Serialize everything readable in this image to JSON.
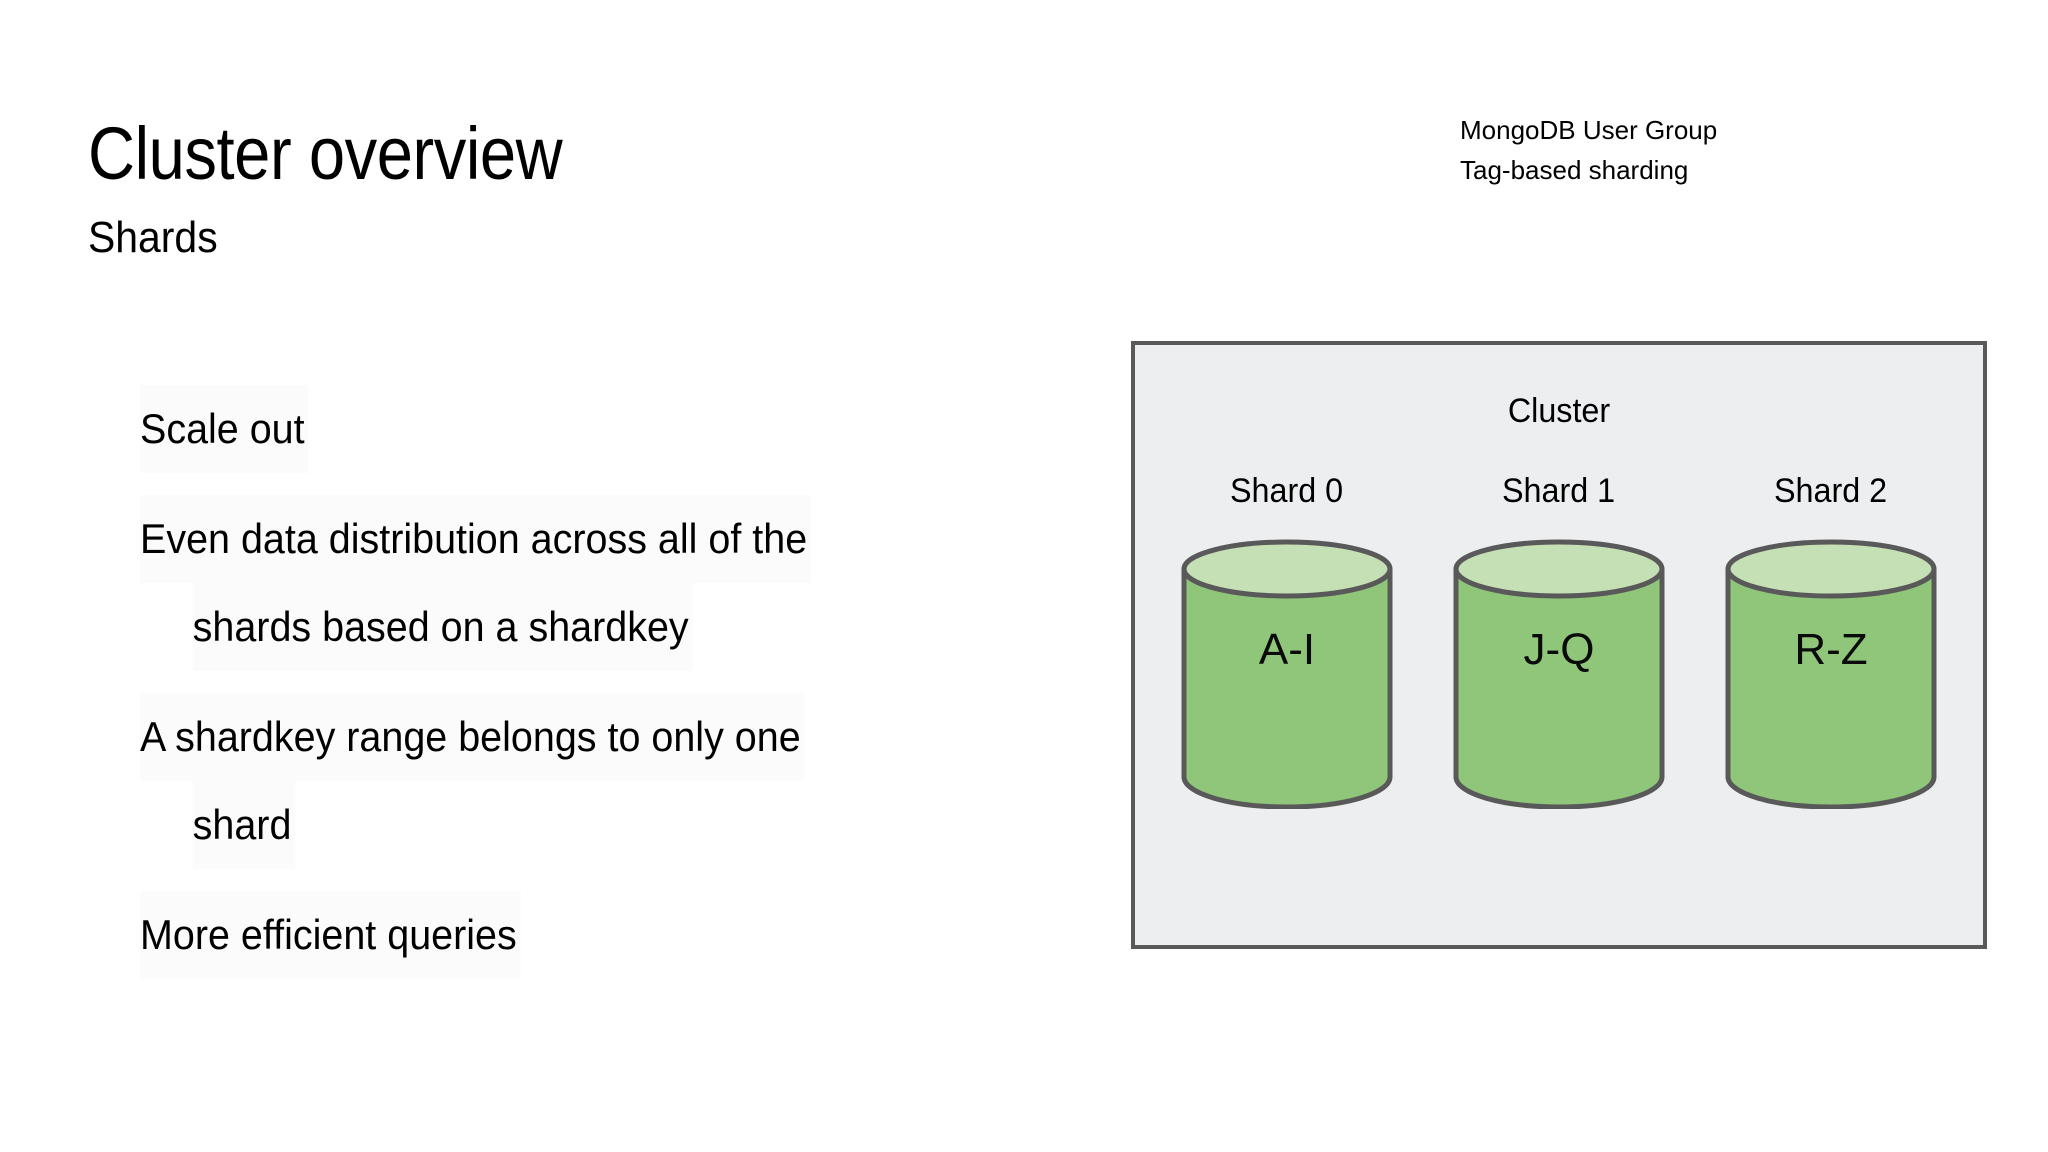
{
  "slide": {
    "title": "Cluster overview",
    "subtitle": "Shards",
    "deck": {
      "line1": "MongoDB User Group",
      "line2": "Tag-based sharding"
    }
  },
  "bullets": [
    {
      "lines": [
        "Scale out"
      ]
    },
    {
      "lines": [
        "Even data distribution across all of the",
        "shards based on a shardkey"
      ]
    },
    {
      "lines": [
        "A shardkey range belongs to only one",
        "shard"
      ]
    },
    {
      "lines": [
        "More efficient queries"
      ]
    }
  ],
  "diagram": {
    "caption": "Cluster",
    "shards": [
      {
        "label": "Shard 0",
        "range": "A-I"
      },
      {
        "label": "Shard 1",
        "range": "J-Q"
      },
      {
        "label": "Shard 2",
        "range": "R-Z"
      }
    ],
    "colors": {
      "box_fill": "#edeef0",
      "box_border": "#595959",
      "cylinder_body": "#8fc679",
      "cylinder_top": "#c5e0b4",
      "cylinder_stroke": "#595959",
      "background": "#ffffff",
      "text": "#000000"
    }
  }
}
